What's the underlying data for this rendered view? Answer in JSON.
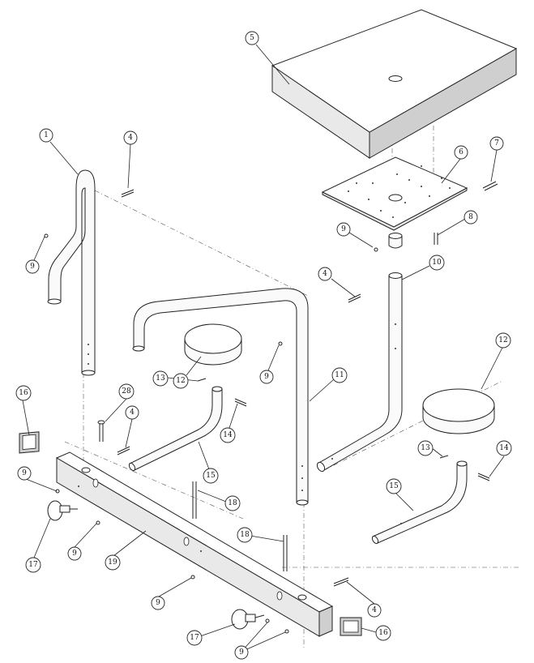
{
  "callouts": [
    {
      "id": "c5",
      "label": "5"
    },
    {
      "id": "c6",
      "label": "6"
    },
    {
      "id": "c7",
      "label": "7"
    },
    {
      "id": "c8",
      "label": "8"
    },
    {
      "id": "c9a",
      "label": "9"
    },
    {
      "id": "c10",
      "label": "10"
    },
    {
      "id": "c1",
      "label": "1"
    },
    {
      "id": "c4a",
      "label": "4"
    },
    {
      "id": "c9b",
      "label": "9"
    },
    {
      "id": "c4b",
      "label": "4"
    },
    {
      "id": "c9c",
      "label": "9"
    },
    {
      "id": "c12a",
      "label": "12"
    },
    {
      "id": "c11",
      "label": "11"
    },
    {
      "id": "c12b",
      "label": "12"
    },
    {
      "id": "c13a",
      "label": "13"
    },
    {
      "id": "c14a",
      "label": "14"
    },
    {
      "id": "c28",
      "label": "28"
    },
    {
      "id": "c16a",
      "label": "16"
    },
    {
      "id": "c4c",
      "label": "4"
    },
    {
      "id": "c15a",
      "label": "15"
    },
    {
      "id": "c13b",
      "label": "13"
    },
    {
      "id": "c14b",
      "label": "14"
    },
    {
      "id": "c9d",
      "label": "9"
    },
    {
      "id": "c18a",
      "label": "18"
    },
    {
      "id": "c15b",
      "label": "15"
    },
    {
      "id": "c17a",
      "label": "17"
    },
    {
      "id": "c9e",
      "label": "9"
    },
    {
      "id": "c19",
      "label": "19"
    },
    {
      "id": "c18b",
      "label": "18"
    },
    {
      "id": "c9f",
      "label": "9"
    },
    {
      "id": "c4d",
      "label": "4"
    },
    {
      "id": "c17b",
      "label": "17"
    },
    {
      "id": "c16b",
      "label": "16"
    },
    {
      "id": "c9g",
      "label": "9"
    }
  ]
}
